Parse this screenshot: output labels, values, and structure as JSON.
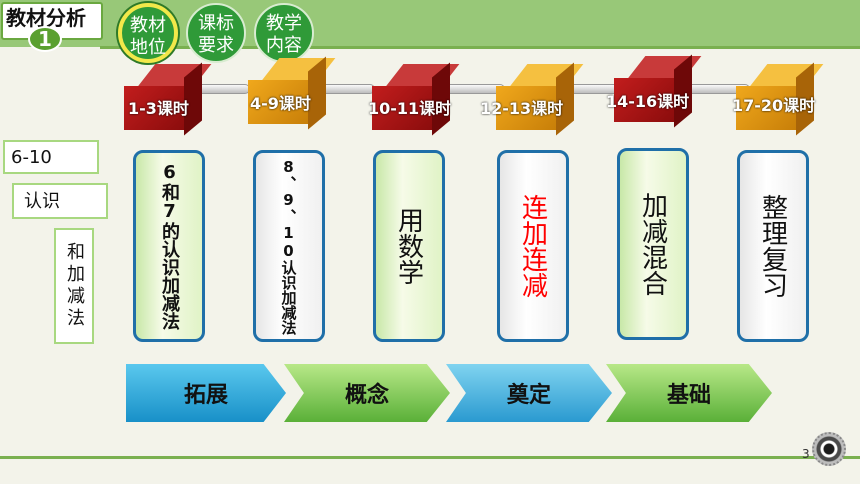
{
  "header": {
    "title": "教材分析",
    "number": "1",
    "tabs": [
      {
        "line1": "教材",
        "line2": "地位",
        "active": true
      },
      {
        "line1": "课标",
        "line2": "要求",
        "active": false
      },
      {
        "line1": "教学",
        "line2": "内容",
        "active": false
      }
    ]
  },
  "left_notes": [
    "6-10",
    "认识",
    "和加减法"
  ],
  "timeline": [
    {
      "hours": "1-3课时",
      "color": "red",
      "card": "6和7的认识加减法",
      "card_color": "#111111"
    },
    {
      "hours": "4-9课时",
      "color": "orange",
      "card": "8、9、10认识加减法",
      "card_color": "#111111"
    },
    {
      "hours": "10-11课时",
      "color": "red",
      "card": "用数学",
      "card_color": "#111111"
    },
    {
      "hours": "12-13课时",
      "color": "orange",
      "card": "连加连减",
      "card_color": "#ff0000"
    },
    {
      "hours": "14-16课时",
      "color": "red",
      "card": "加减混合",
      "card_color": "#111111"
    },
    {
      "hours": "17-20课时",
      "color": "orange",
      "card": "整理复习",
      "card_color": "#111111"
    }
  ],
  "stages": [
    "拓展",
    "概念",
    "奠定",
    "基础"
  ],
  "page_number": "3",
  "colors": {
    "accent_green": "#2f9a38",
    "header_bg": "#98c878",
    "card_border": "#1f6fa8",
    "highlight_red": "#ff0000"
  }
}
